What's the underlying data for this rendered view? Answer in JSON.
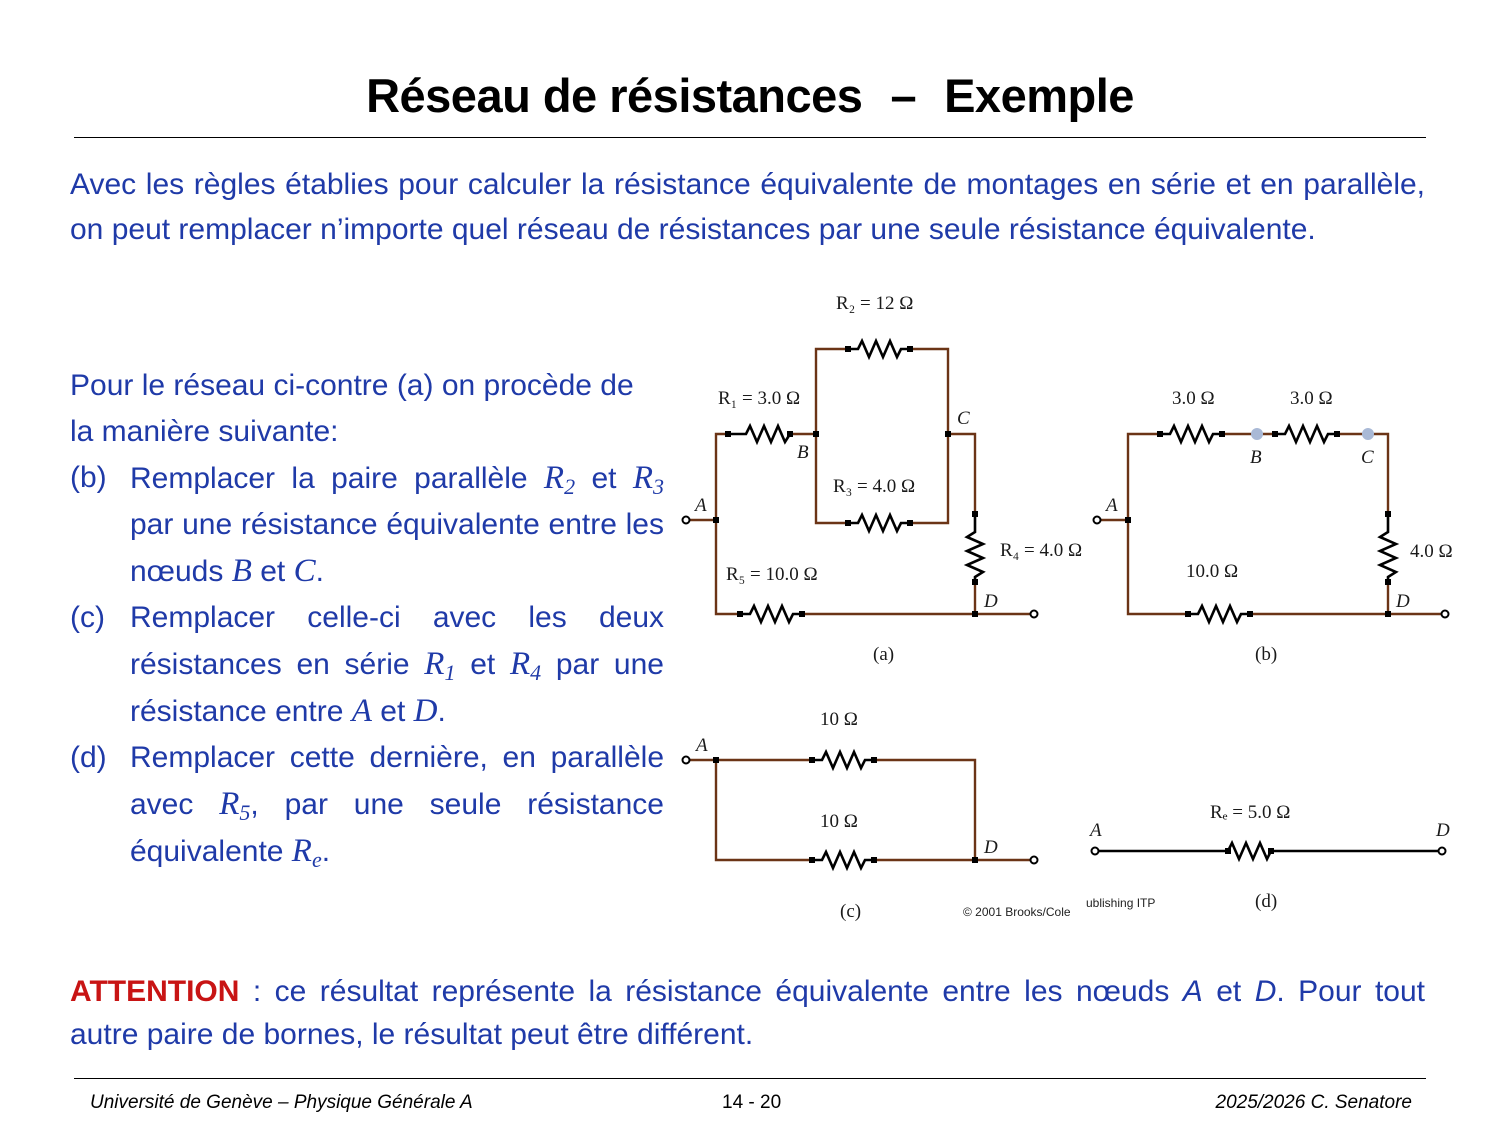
{
  "slide": {
    "title_main": "Réseau de résistances",
    "title_dash": "–",
    "title_sub": "Exemple"
  },
  "intro": "Avec les règles établies pour calculer la résistance équivalente de montages en série et en parallèle, on peut remplacer n’importe quel réseau de résistances par une seule résistance équivalente.",
  "procedure": {
    "lead": "Pour le réseau ci-contre (a) on procède de la manière suivante:",
    "steps": [
      {
        "tag": "(b)",
        "t1": "Remplacer la paire parallèle ",
        "v1": "R",
        "s1": "2",
        "t2": " et ",
        "v2": "R",
        "s2": "3",
        "t3": " par une résistance équivalente entre les nœuds ",
        "v3": "B",
        "t4": " et ",
        "v4": "C",
        "t5": "."
      },
      {
        "tag": "(c)",
        "t1": "Remplacer celle-ci avec les deux résistances en série ",
        "v1": "R",
        "s1": "1",
        "t2": " et ",
        "v2": "R",
        "s2": "4",
        "t3": " par une résistance entre ",
        "v3": "A",
        "t4": " et ",
        "v4": "D",
        "t5": "."
      },
      {
        "tag": "(d)",
        "t1": "Remplacer cette dernière, en parallèle avec ",
        "v1": "R",
        "s1": "5",
        "t2": ", par une seule résistance équivalente ",
        "v2": "R",
        "s2": "e",
        "t3": "."
      }
    ]
  },
  "figure": {
    "a": {
      "caption": "(a)",
      "r1": "R₁ = 3.0 Ω",
      "r2": "R₂ = 12 Ω",
      "r3": "R₃ = 4.0 Ω",
      "r4": "R₄ = 4.0 Ω",
      "r5": "R₅ = 10.0 Ω",
      "node_a": "A",
      "node_b": "B",
      "node_c": "C",
      "node_d": "D"
    },
    "b": {
      "caption": "(b)",
      "r_left": "3.0 Ω",
      "r_mid": "3.0 Ω",
      "r_right": "4.0 Ω",
      "r_bottom": "10.0 Ω",
      "node_a": "A",
      "node_b": "B",
      "node_c": "C",
      "node_d": "D"
    },
    "c": {
      "caption": "(c)",
      "r_top": "10 Ω",
      "r_bottom": "10 Ω",
      "node_a": "A",
      "node_d": "D"
    },
    "d": {
      "caption": "(d)",
      "re": "Rₑ = 5.0 Ω",
      "node_a": "A",
      "node_d": "D"
    },
    "copyright_left": "© 2001 Brooks/Cole",
    "copyright_right": "ublishing ITP",
    "wire_color": "#6b3416"
  },
  "attention": {
    "label": "ATTENTION",
    "t1": " : ce résultat représente la résistance équivalente entre les nœuds ",
    "v1": "A",
    "t2": " et ",
    "v2": "D",
    "t3": ". Pour tout autre paire de bornes, le résultat peut être différent."
  },
  "footer": {
    "left": "Université de Genève – Physique Générale A",
    "center": "14 - 20",
    "right": "2025/2026  C. Senatore"
  }
}
